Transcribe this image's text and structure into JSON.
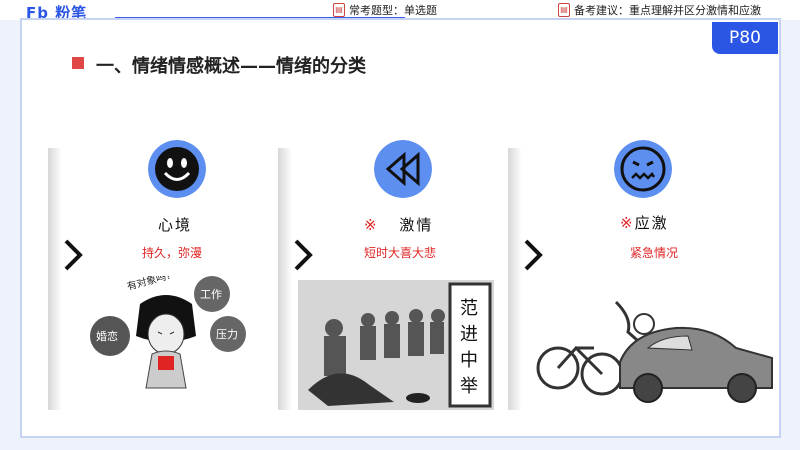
{
  "header": {
    "logo": "Fb 粉笔",
    "hint1": "常考题型：单选题",
    "hint2": "备考建议：重点理解并区分激情和应激"
  },
  "page_badge": "P80",
  "title": "一、情绪情感概述——情绪的分类",
  "panels": [
    {
      "label": "心境",
      "mark": "",
      "sub": "持久，弥漫",
      "icon": "smiley-face-icon"
    },
    {
      "label": "激情",
      "mark": "※",
      "sub": "短时大喜大悲",
      "icon": "rewind-icon"
    },
    {
      "label": "应激",
      "mark": "※",
      "sub": "紧急情况",
      "icon": "grimace-face-icon"
    }
  ],
  "illus1": {
    "bubbles": [
      "有对象吗?",
      "工作",
      "婚恋",
      "压力"
    ]
  },
  "illus2": {
    "scroll_text": [
      "范",
      "进",
      "中",
      "举"
    ]
  },
  "colors": {
    "accent": "#2a55e5",
    "red": "#e02424",
    "icon_blue": "#5d8ff0"
  }
}
